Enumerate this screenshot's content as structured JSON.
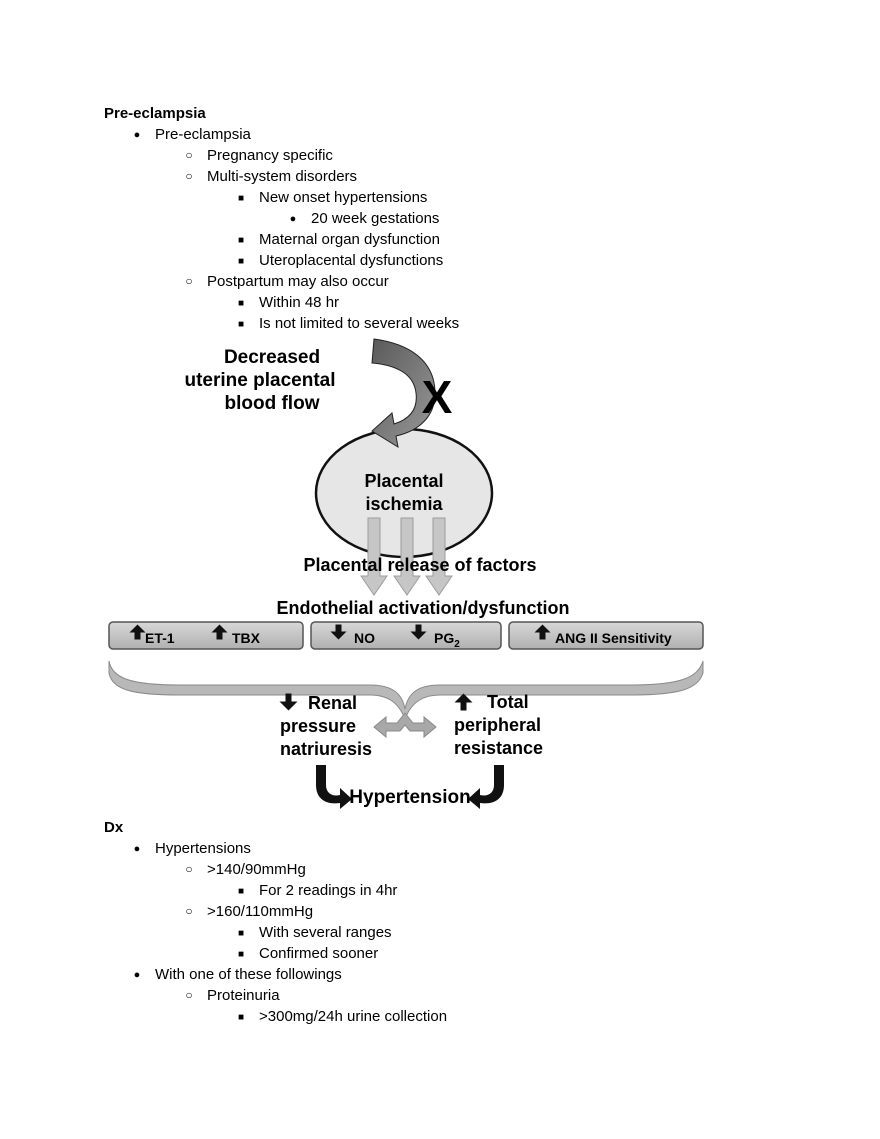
{
  "section1": {
    "heading": "Pre-eclampsia",
    "items": [
      {
        "level": 1,
        "text": "Pre-eclampsia"
      },
      {
        "level": 2,
        "text": "Pregnancy specific"
      },
      {
        "level": 2,
        "text": "Multi-system disorders"
      },
      {
        "level": 3,
        "text": "New onset hypertensions"
      },
      {
        "level": 4,
        "text": "20 week gestations"
      },
      {
        "level": 3,
        "text": "Maternal organ dysfunction"
      },
      {
        "level": 3,
        "text": "Uteroplacental dysfunctions"
      },
      {
        "level": 2,
        "text": "Postpartum may also occur"
      },
      {
        "level": 3,
        "text": "Within 48 hr"
      },
      {
        "level": 3,
        "text": "Is not limited to several weeks"
      }
    ]
  },
  "diagram": {
    "decreased_flow": [
      "Decreased",
      "uterine placental",
      "blood  flow"
    ],
    "block_mark": "X",
    "ischemia": [
      "Placental",
      "ischemia"
    ],
    "release": "Placental release of factors",
    "endothelial": "Endothelial activation/dysfunction",
    "factors": {
      "box1": [
        "ET-1",
        "TBX"
      ],
      "box2_no": "NO",
      "box2_pg": "PG",
      "box2_pg_sub": "2",
      "box3": "ANG II Sensitivity"
    },
    "renal": [
      "Renal",
      "pressure",
      "natriuresis"
    ],
    "peripheral": [
      "Total",
      "peripheral",
      "resistance"
    ],
    "outcome": "Hypertension"
  },
  "section2": {
    "heading": "Dx",
    "items": [
      {
        "level": 1,
        "text": "Hypertensions"
      },
      {
        "level": 2,
        "text": ">140/90mmHg"
      },
      {
        "level": 3,
        "text": "For 2 readings in 4hr"
      },
      {
        "level": 2,
        "text": ">160/110mmHg"
      },
      {
        "level": 3,
        "text": "With several ranges"
      },
      {
        "level": 3,
        "text": "Confirmed sooner"
      },
      {
        "level": 1,
        "text": "With one of these followings"
      },
      {
        "level": 2,
        "text": "Proteinuria"
      },
      {
        "level": 3,
        "text": ">300mg/24h urine collection"
      }
    ]
  }
}
